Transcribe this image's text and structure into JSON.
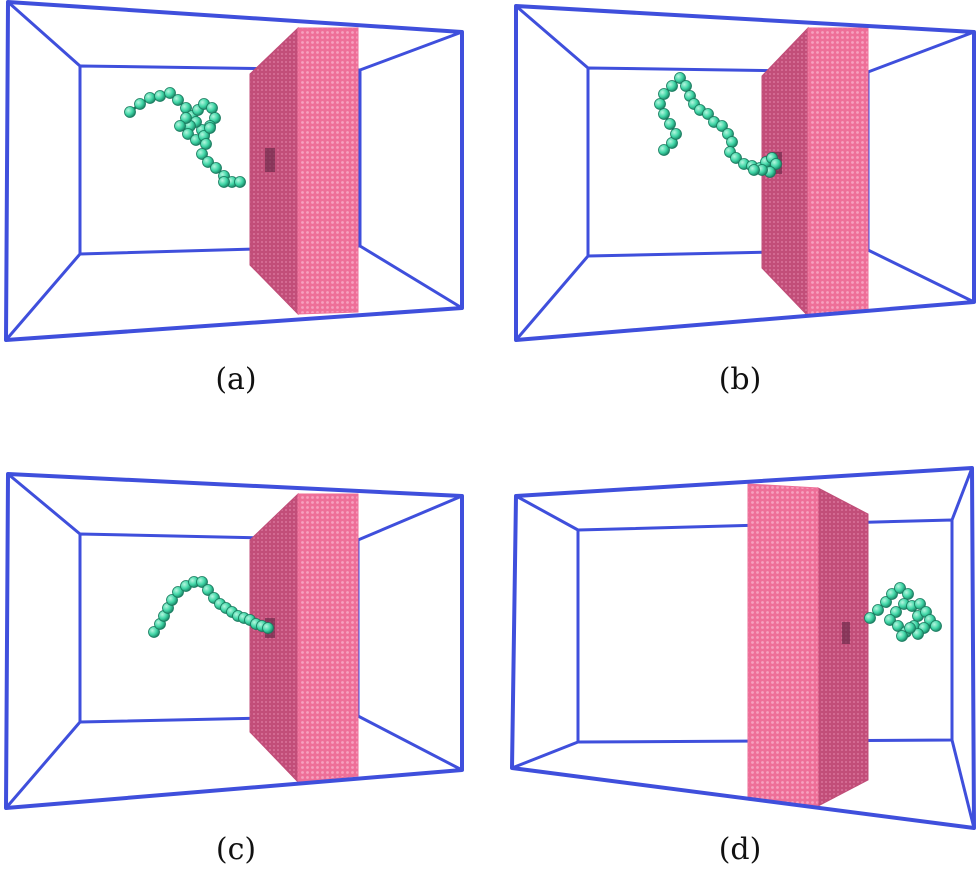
{
  "colors": {
    "box_edge": "#3f4fdc",
    "membrane_face": "#ee6f98",
    "membrane_side": "#c04d78",
    "membrane_grid": "#d4507f",
    "bead": "#3fd6a6",
    "bead_dark": "#197a5e",
    "pore": "#5a2140"
  },
  "panels": [
    {
      "label": "(a)"
    },
    {
      "label": "(b)"
    },
    {
      "label": "(c)"
    },
    {
      "label": "(d)"
    }
  ]
}
